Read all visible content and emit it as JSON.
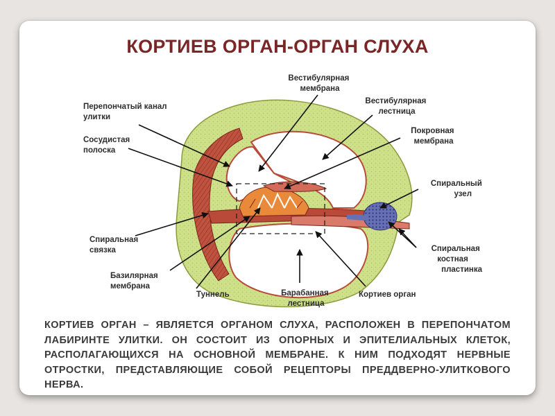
{
  "slide": {
    "title": "КОРТИЕВ ОРГАН-ОРГАН СЛУХА",
    "description": "КОРТИЕВ ОРГАН – ЯВЛЯЕТСЯ ОРГАНОМ СЛУХА, РАСПОЛОЖЕН В ПЕРЕПОНЧАТОМ ЛАБИРИНТЕ УЛИТКИ. ОН СОСТОИТ ИЗ ОПОРНЫХ И ЭПИТЕЛИАЛЬНЫХ КЛЕТОК, РАСПОЛАГАЮЩИХСЯ НА ОСНОВНОЙ МЕМБРАНЕ. К НИМ ПОДХОДЯТ НЕРВНЫЕ ОТРОСТКИ, ПРЕДСТАВЛЯЮЩИЕ СОБОЙ РЕЦЕПТОРЫ ПРЕДДВЕРНО-УЛИТКОВОГО НЕРВА."
  },
  "labels": {
    "vestibular_membrane": [
      "Вестибулярная",
      "мембрана"
    ],
    "membranous_canal": [
      "Перепончатый канал",
      "улитки"
    ],
    "vestibular_scala": [
      "Вестибулярная",
      "лестница"
    ],
    "stria_vascularis": [
      "Сосудистая",
      "полоска"
    ],
    "tectorial_membrane": [
      "Покровная",
      "мембрана"
    ],
    "spiral_ganglion": [
      "Спиральный",
      "узел"
    ],
    "spiral_ligament": [
      "Спиральная",
      "связка"
    ],
    "osseous_lamina": [
      "Спиральная",
      "костная",
      "пластинка"
    ],
    "basilar_membrane": [
      "Базилярная",
      "мембрана"
    ],
    "tunnel": [
      "Туннель"
    ],
    "tympanic_scala": [
      "Барабанная",
      "лестница"
    ],
    "organ_of_corti": [
      "Кортиев орган"
    ]
  },
  "colors": {
    "title": "#7b2626",
    "bone": "#cfe08a",
    "tissue": "#b94a3a",
    "ganglion": "#5a63a8"
  }
}
